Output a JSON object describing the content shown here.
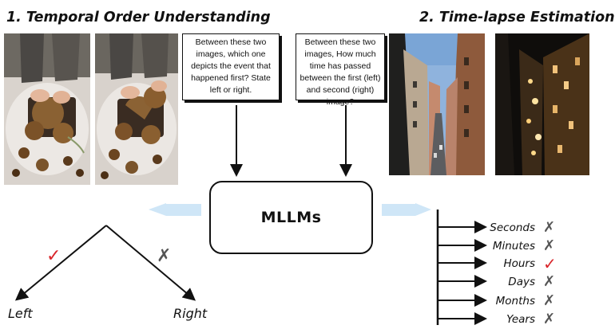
{
  "titles": {
    "temporal_order": "1. Temporal Order Understanding",
    "time_lapse": "2. Time-lapse Estimation"
  },
  "questions": {
    "temporal_order": "Between these two images, which one depicts the event that happened first? State left or right.",
    "time_lapse": "Between these two images, How much time has passed between the first (left) and second (right) image?"
  },
  "model_label": "MLLMs",
  "branches": {
    "left": {
      "label": "Left",
      "mark": "✓"
    },
    "right": {
      "label": "Right",
      "mark": "✗"
    }
  },
  "time_options": [
    {
      "label": "Seconds",
      "mark": "✗"
    },
    {
      "label": "Minutes",
      "mark": "✗"
    },
    {
      "label": "Hours",
      "mark": "✓"
    },
    {
      "label": "Days",
      "mark": "✗"
    },
    {
      "label": "Months",
      "mark": "✗"
    },
    {
      "label": "Years",
      "mark": "✗"
    }
  ],
  "colors": {
    "correct": "#d9262b",
    "wrong": "#555555",
    "arrow_fill": "#cfe6f7"
  },
  "icons": [
    "check-icon",
    "cross-icon",
    "arrow-icon"
  ]
}
